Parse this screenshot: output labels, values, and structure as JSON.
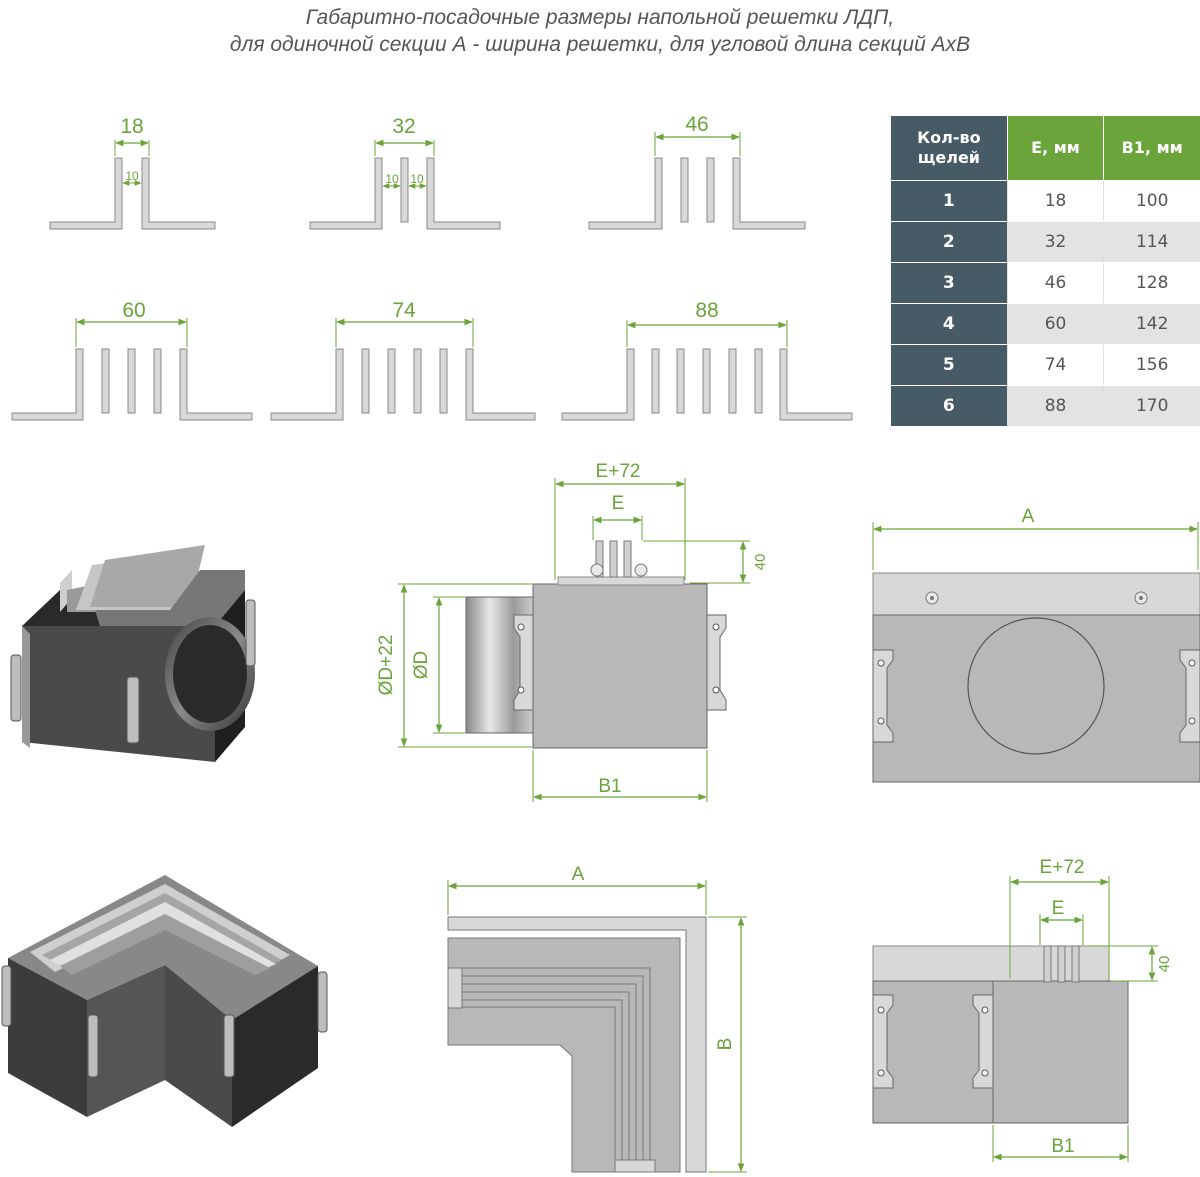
{
  "title": {
    "line1": "Габаритно-посадочные размеры напольной решетки ЛДП,",
    "line2": "для одиночной секции А - ширина решетки, для угловой длина секций АхВ"
  },
  "profiles": [
    {
      "width": "18",
      "gap1": "10"
    },
    {
      "width": "32",
      "gap1": "10",
      "gap2": "10"
    },
    {
      "width": "46"
    },
    {
      "width": "60"
    },
    {
      "width": "74"
    },
    {
      "width": "88"
    }
  ],
  "table": {
    "headers": [
      "Кол-во щелей",
      "Е, мм",
      "В1, мм"
    ],
    "rows": [
      [
        "1",
        "18",
        "100"
      ],
      [
        "2",
        "32",
        "114"
      ],
      [
        "3",
        "46",
        "128"
      ],
      [
        "4",
        "60",
        "142"
      ],
      [
        "5",
        "74",
        "156"
      ],
      [
        "6",
        "88",
        "170"
      ]
    ]
  },
  "side_view": {
    "e72": "Е+72",
    "e": "Е",
    "h40": "40",
    "dplus": "ØD+22",
    "d": "ØD",
    "b1": "В1"
  },
  "front_view": {
    "a": "А"
  },
  "corner_top": {
    "a": "А",
    "b": "В"
  },
  "corner_side": {
    "e72": "Е+72",
    "e": "Е",
    "h40": "40",
    "b1": "В1"
  },
  "colors": {
    "accent": "#6aa43a",
    "table_dark": "#475b67",
    "metal": "#b8b8b8"
  }
}
